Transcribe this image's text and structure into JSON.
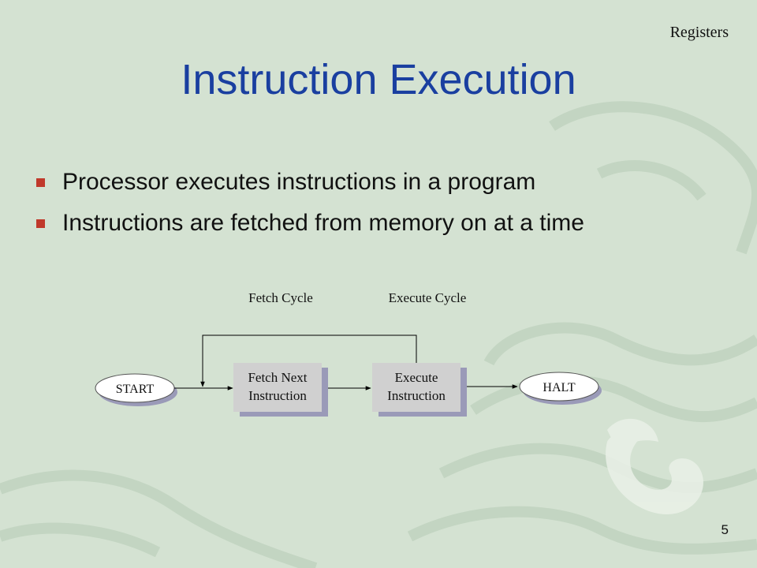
{
  "slide": {
    "corner_label": "Registers",
    "title": "Instruction Execution",
    "bullets": [
      "Processor executes instructions in a program",
      "Instructions are fetched from memory on at a time"
    ],
    "page_number": "5"
  },
  "diagram": {
    "fetch_cycle_label": "Fetch Cycle",
    "execute_cycle_label": "Execute Cycle",
    "start_label": "START",
    "fetch_box_line1": "Fetch Next",
    "fetch_box_line2": "Instruction",
    "execute_box_line1": "Execute",
    "execute_box_line2": "Instruction",
    "halt_label": "HALT"
  },
  "colors": {
    "background": "#d4e2d2",
    "title": "#1a3fa0",
    "bullet_marker": "#c0392b",
    "box_fill": "#d0d0d0",
    "box_shadow": "#9a9ab8"
  }
}
